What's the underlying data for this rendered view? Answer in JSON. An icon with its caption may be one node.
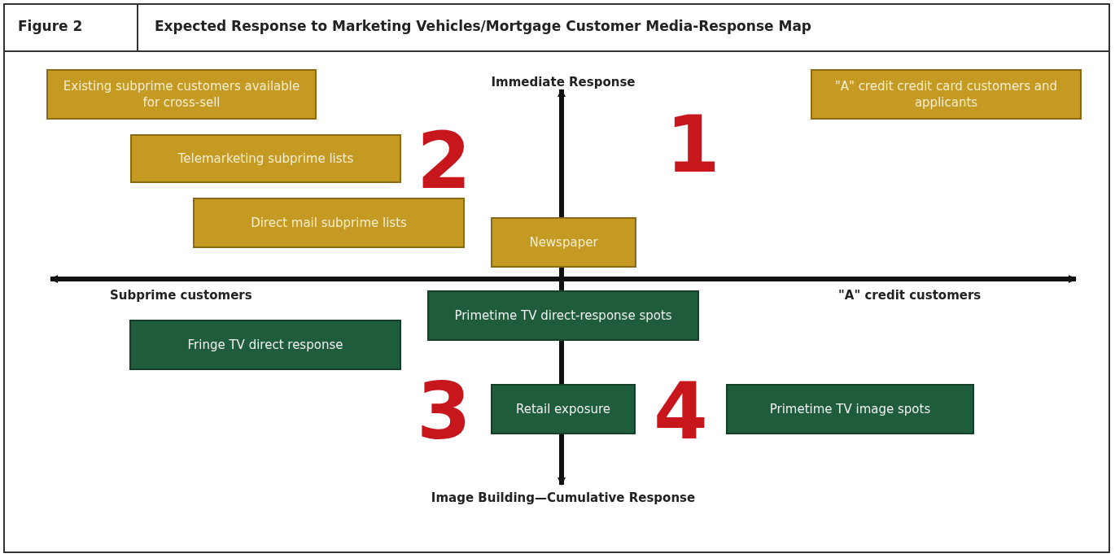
{
  "diagram": {
    "title": "Expected Response to Marketing Vehicles/Mortgage Customer Media-Response Map",
    "nodes": [
      {
        "text": [
          "Existing subprime customers available for cross-sell"
        ]
      },
      {
        "text": [
          "Telemarketing subprime lists"
        ]
      },
      {
        "text": [
          "Direct mail subprime lists"
        ]
      },
      {
        "text": [
          "\"A\" credit credit card customers and applicants"
        ]
      },
      {
        "text": [
          "Newspaper"
        ]
      },
      {
        "text": [
          "Primetime TV direct-response spots"
        ]
      },
      {
        "text": [
          "Fringe TV direct response"
        ]
      },
      {
        "text": [
          "Retail exposure"
        ]
      },
      {
        "text": [
          "Primetime TV image spots"
        ]
      }
    ],
    "labels": [
      "Figure 2",
      "Immediate Response",
      "2",
      "1",
      "Subprime customers",
      "\"A\" credit customers",
      "3",
      "4",
      "Image Building—Cumulative Response"
    ]
  }
}
